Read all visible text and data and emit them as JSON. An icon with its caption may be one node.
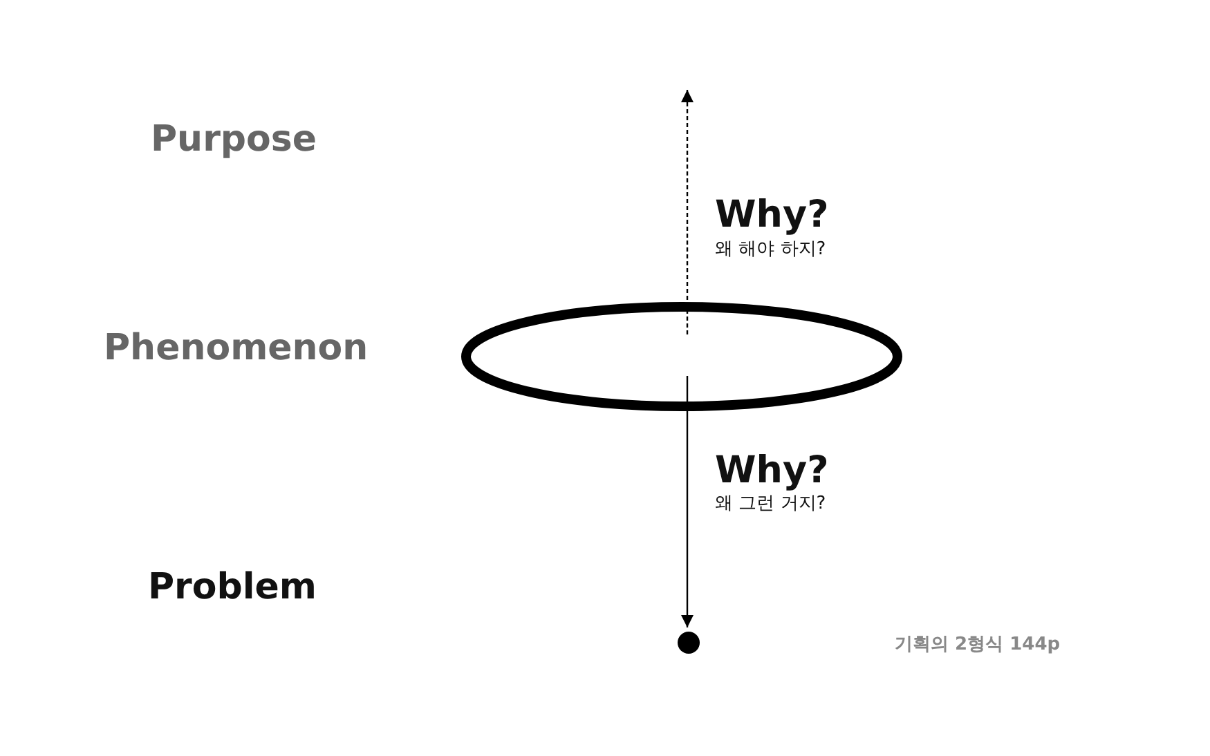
{
  "diagram": {
    "nodes": [
      {
        "text": [],
        "shape": "ellipse"
      },
      {
        "text": [],
        "shape": "circle"
      }
    ],
    "edges": [
      {
        "from": 0,
        "to": null,
        "arrow": "to",
        "style": "dashed"
      },
      {
        "from": 0,
        "to": 1,
        "arrow": "to"
      }
    ],
    "labels": [
      "Purpose",
      "Why?",
      "왜 해야 하지?",
      "Phenomenon",
      "Why?",
      "왜 그런 거지?",
      "Problem",
      "기획의 2형식 144p"
    ]
  }
}
